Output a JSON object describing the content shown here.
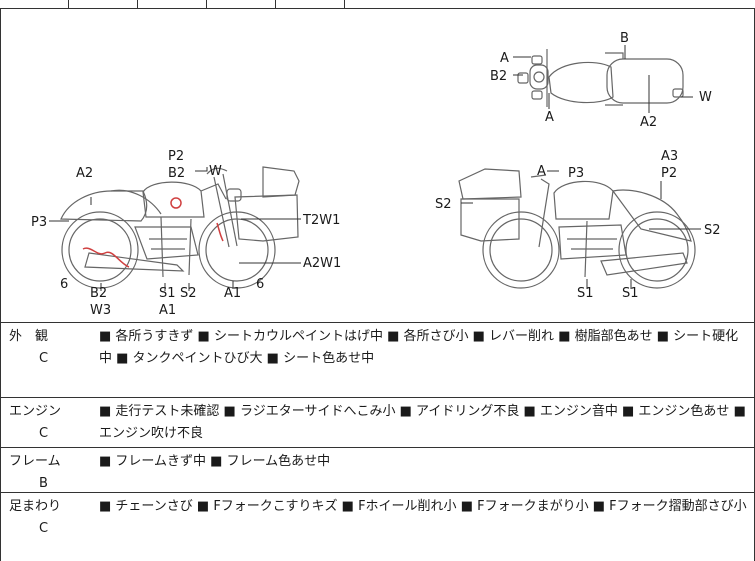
{
  "diagram": {
    "top_view_labels": [
      "A",
      "B2",
      "A",
      "B",
      "A2",
      "W"
    ],
    "left_view_labels": [
      "P2",
      "B2",
      "W",
      "A2",
      "P3",
      "T2W1",
      "A2W1",
      "6",
      "B2",
      "W3",
      "S1",
      "A1",
      "S2",
      "A1",
      "6"
    ],
    "right_view_labels": [
      "A",
      "P3",
      "A3",
      "P2",
      "S2",
      "S2",
      "S1",
      "S1"
    ]
  },
  "rows": [
    {
      "category": "外　観",
      "grade": "C",
      "description": "■ 各所うすきず ■ シートカウルペイントはげ中 ■ 各所さび小 ■ レバー削れ ■ 樹脂部色あせ ■ シート硬化中 ■ タンクペイントひび大 ■ シート色あせ中"
    },
    {
      "category": "エンジン",
      "grade": "C",
      "description": "■ 走行テスト未確認 ■ ラジエターサイドへこみ小 ■ アイドリング不良 ■ エンジン音中 ■ エンジン色あせ ■ エンジン吹け不良"
    },
    {
      "category": "フレーム",
      "grade": "B",
      "description": "■ フレームきず中 ■ フレーム色あせ中"
    },
    {
      "category": "足まわり",
      "grade": "C",
      "description": "■ チェーンさび ■ Fフォークこすりキズ ■ Fホイール削れ小 ■ Fフォークまがり小 ■ Fフォーク摺動部さび小"
    }
  ]
}
